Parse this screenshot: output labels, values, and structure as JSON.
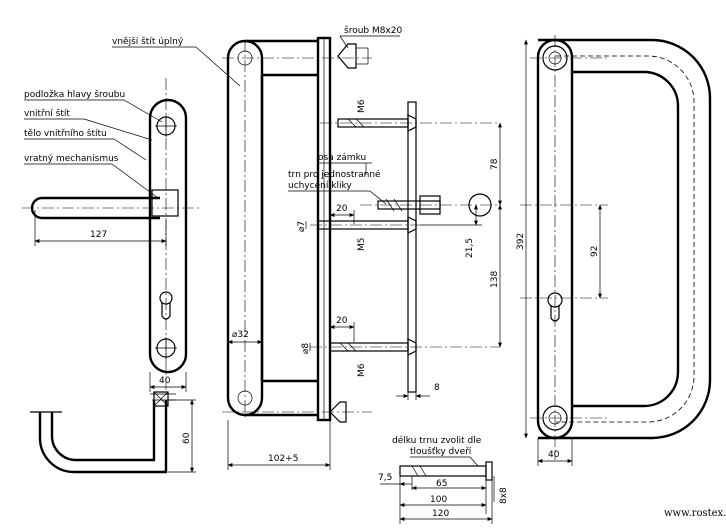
{
  "callouts": {
    "podlozka": "podložka hlavy šroubu",
    "vnitrni_stit": "vnitřní štít",
    "telo": "tělo vnitřního štítu",
    "vratny": "vratný mechanismus",
    "vnejsi": "vnější štít úplný",
    "sroub": "šroub M8x20",
    "osa_zamku": "osa zámku",
    "trn_1": "trn pro jednostranné",
    "trn_2": "uchycení kliky",
    "delku_1": "délku trnu zvolit dle",
    "delku_2": "tloušťky dveří"
  },
  "dimensions": {
    "d127": "127",
    "d40_left": "40",
    "d60": "60",
    "d32": "⌀32",
    "d102": "102+5",
    "d20_top": "20",
    "d20_bot": "20",
    "d7": "⌀7",
    "d8": "⌀8",
    "m6_top": "M6",
    "m5": "M5",
    "m6_bot": "M6",
    "d8_thick": "8",
    "d78": "78",
    "d21": "21,5",
    "d138": "138",
    "d392": "392",
    "d92": "92",
    "d40_right": "40",
    "d7_5": "7,5",
    "d65": "65",
    "d100": "100",
    "d120": "120",
    "d8x8": "8x8"
  },
  "footer": {
    "url": "www.rostex.c"
  }
}
